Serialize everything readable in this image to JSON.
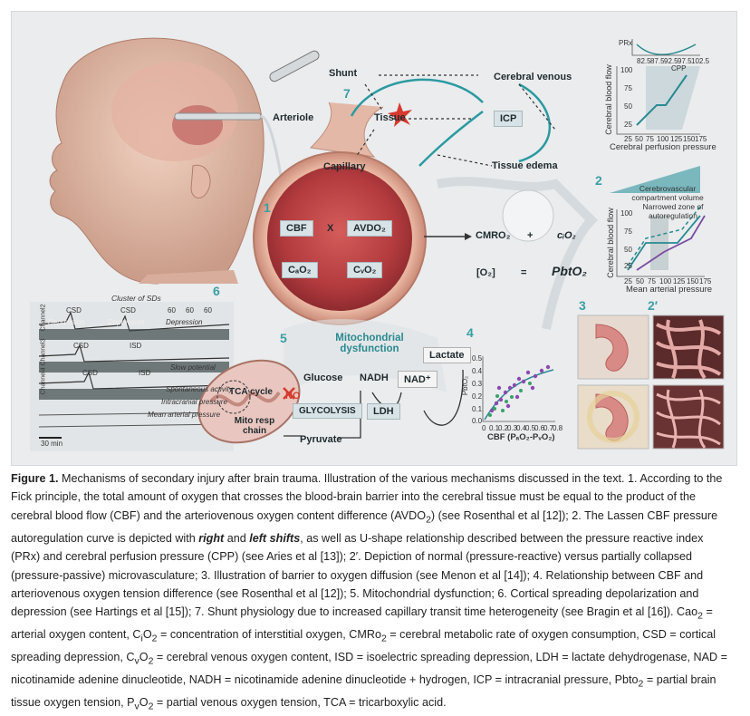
{
  "figure": {
    "nodes": {
      "shunt": "Shunt",
      "cerebral_venous": "Cerebral venous",
      "arteriole": "Arteriole",
      "tissue": "Tissue",
      "icp": "ICP",
      "capillary": "Capillary",
      "tissue_edema": "Tissue edema",
      "cbf": "CBF",
      "x": "X",
      "avdo2": "AVDO₂",
      "cmro2": "CMRO₂",
      "plus": "+",
      "cio2": "cᵢO₂",
      "cao2": "CₐO₂",
      "cvo2": "CᵥO₂",
      "o2": "[O₂]",
      "equals": "=",
      "pbto2": "PbtO₂",
      "mito": "Mitochondrial dysfunction",
      "lactate": "Lactate",
      "glucose": "Glucose",
      "nadh": "NADH",
      "nadplus": "NAD⁺",
      "tca": "TCA cycle",
      "no": "NO",
      "glycolysis": "GLYCOLYSIS",
      "ldh": "LDH",
      "mito_resp": "Mito resp chain",
      "pyruvate": "Pyruvate"
    },
    "numbers": {
      "n1": "1",
      "n2": "2",
      "n2p": "2′",
      "n3": "3",
      "n4": "4",
      "n5": "5",
      "n6": "6",
      "n7": "7"
    },
    "panel1": {
      "prx_label": "PRx",
      "cpp_label": "CPP",
      "cpp_ticks": [
        "82.5",
        "87.5",
        "92.5",
        "97.5",
        "102.5"
      ],
      "ylabel": "Cerebral blood flow",
      "yticks": [
        "100",
        "75",
        "50",
        "25"
      ],
      "xticks": [
        "25",
        "50",
        "75",
        "100",
        "125",
        "150",
        "175"
      ],
      "xlabel": "Cerebral perfusion pressure"
    },
    "panel2": {
      "compartment": "Cerebrovascular compartment volume",
      "narrowed": "Narrowed zone of autoregulation",
      "ylabel": "Cerebral blood flow",
      "yticks": [
        "100",
        "75",
        "50",
        "25"
      ],
      "xticks": [
        "25",
        "50",
        "75",
        "100",
        "125",
        "150",
        "175"
      ],
      "xlabel": "Mean arterial pressure"
    },
    "panel4": {
      "ylabel": "PbtO₂",
      "yticks": [
        "0.5",
        "0.4",
        "0.3",
        "0.2",
        "0.1",
        "0.0"
      ],
      "xticks": [
        "0",
        "0.1",
        "0.2",
        "0.3",
        "0.4",
        "0.5",
        "0.6",
        "0.7",
        "0.8"
      ],
      "xlabel": "CBF (PₐO₂-PᵥO₂)"
    },
    "panel6": {
      "cluster": "Cluster of SDs",
      "channels": [
        "Channel2",
        "Channel3",
        "Channel4"
      ],
      "csd": "CSD",
      "depression": "Depression",
      "isd": "ISD",
      "slow": "Slow potential",
      "spontaneous": "Spontaneous activity",
      "icp": "Intracranial pressure",
      "map": "Mean arterial pressure",
      "time": "30 min",
      "ticks": [
        "60",
        "60",
        "60"
      ]
    }
  },
  "caption": {
    "figure_label": "Figure 1.",
    "t1": " Mechanisms of secondary injury after brain trauma. Illustration of the various mechanisms discussed in the text. 1. According to the Fick principle, the total amount of oxygen that crosses the blood-brain barrier into the cerebral tissue must be equal to the product of the cerebral blood flow (CBF) and the arteriovenous oxygen content difference (AVDO",
    "t2": ") (see Rosenthal et al [12]); 2. The Lassen CBF pressure autoregulation curve is depicted with ",
    "right": "right",
    "t3": " and ",
    "left_shifts": "left shifts",
    "t4": ", as well as U-shape relationship described between the pressure reactive index (PRx) and cerebral perfusion pressure (CPP) (see Aries et al [13]); 2′. Depiction of normal (pressure-reactive) versus partially collapsed (pressure-passive) microvasculature; 3. Illustration of barrier to oxygen diffusion (see Menon et al [14]); 4. Relationship between CBF and arteriovenous oxygen tension difference (see Rosenthal et al [12]); 5. Mitochondrial dysfunction; 6. Cortical spreading depolarization and depression (see Hartings et al [15]); 7. Shunt physiology due to increased capillary transit time heterogeneity (see Bragin et al [16]). Cao",
    "t5": " = arterial oxygen content, C",
    "t6": "O",
    "t7": " = concentration of interstitial oxygen, CMRo",
    "t8": " = cerebral metabolic rate of oxygen consumption, CSD = cortical spreading depression, C",
    "t9": "O",
    "t10": " = cerebral venous oxygen content, ISD = isoelectric spreading depression, LDH = lactate dehydrogenase, NAD = nicotinamide adenine dinucleotide, NADH = nicotinamide adenine dinucleotide + hydrogen, ICP = intracranial pressure, Pbto",
    "t11": " = partial brain tissue oxygen tension, P",
    "t12": "O",
    "t13": " = partial venous oxygen tension, TCA = tricarboxylic acid.",
    "sub2": "2",
    "sub_i": "i",
    "sub_v": "v"
  }
}
